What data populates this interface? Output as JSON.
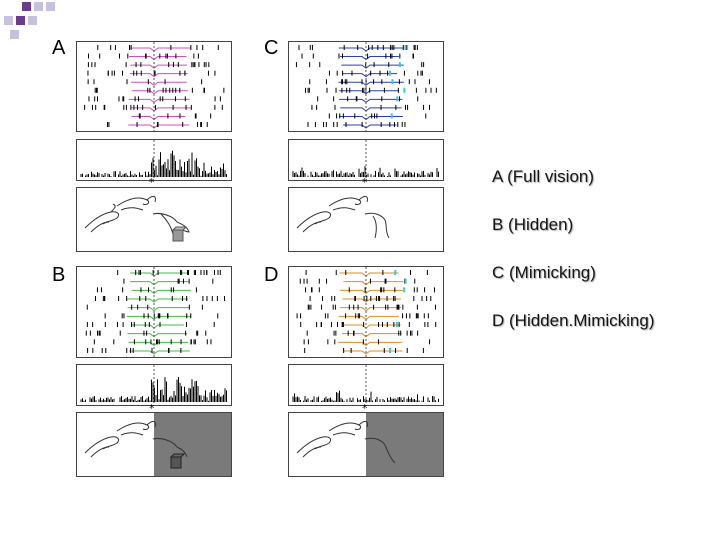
{
  "panels": {
    "a": {
      "letter": "A"
    },
    "b": {
      "letter": "B"
    },
    "c": {
      "letter": "C"
    },
    "d": {
      "letter": "D"
    }
  },
  "legend": [
    "A (Full vision)",
    "B (Hidden)",
    "C (Mimicking)",
    "D (Hidden.Mimicking)"
  ],
  "star_symbol": "*",
  "colors": {
    "a_lines": "#d04fbf",
    "b_lines": "#3fbf3f",
    "c_lines": "#2a3fb8",
    "d_lines": "#e68a1f",
    "cyan_marks": "#3cc8d8",
    "screen_gray": "#7a7a7a",
    "deco_square_1": "#6d3b8c",
    "deco_square_2": "#c7c0df"
  }
}
